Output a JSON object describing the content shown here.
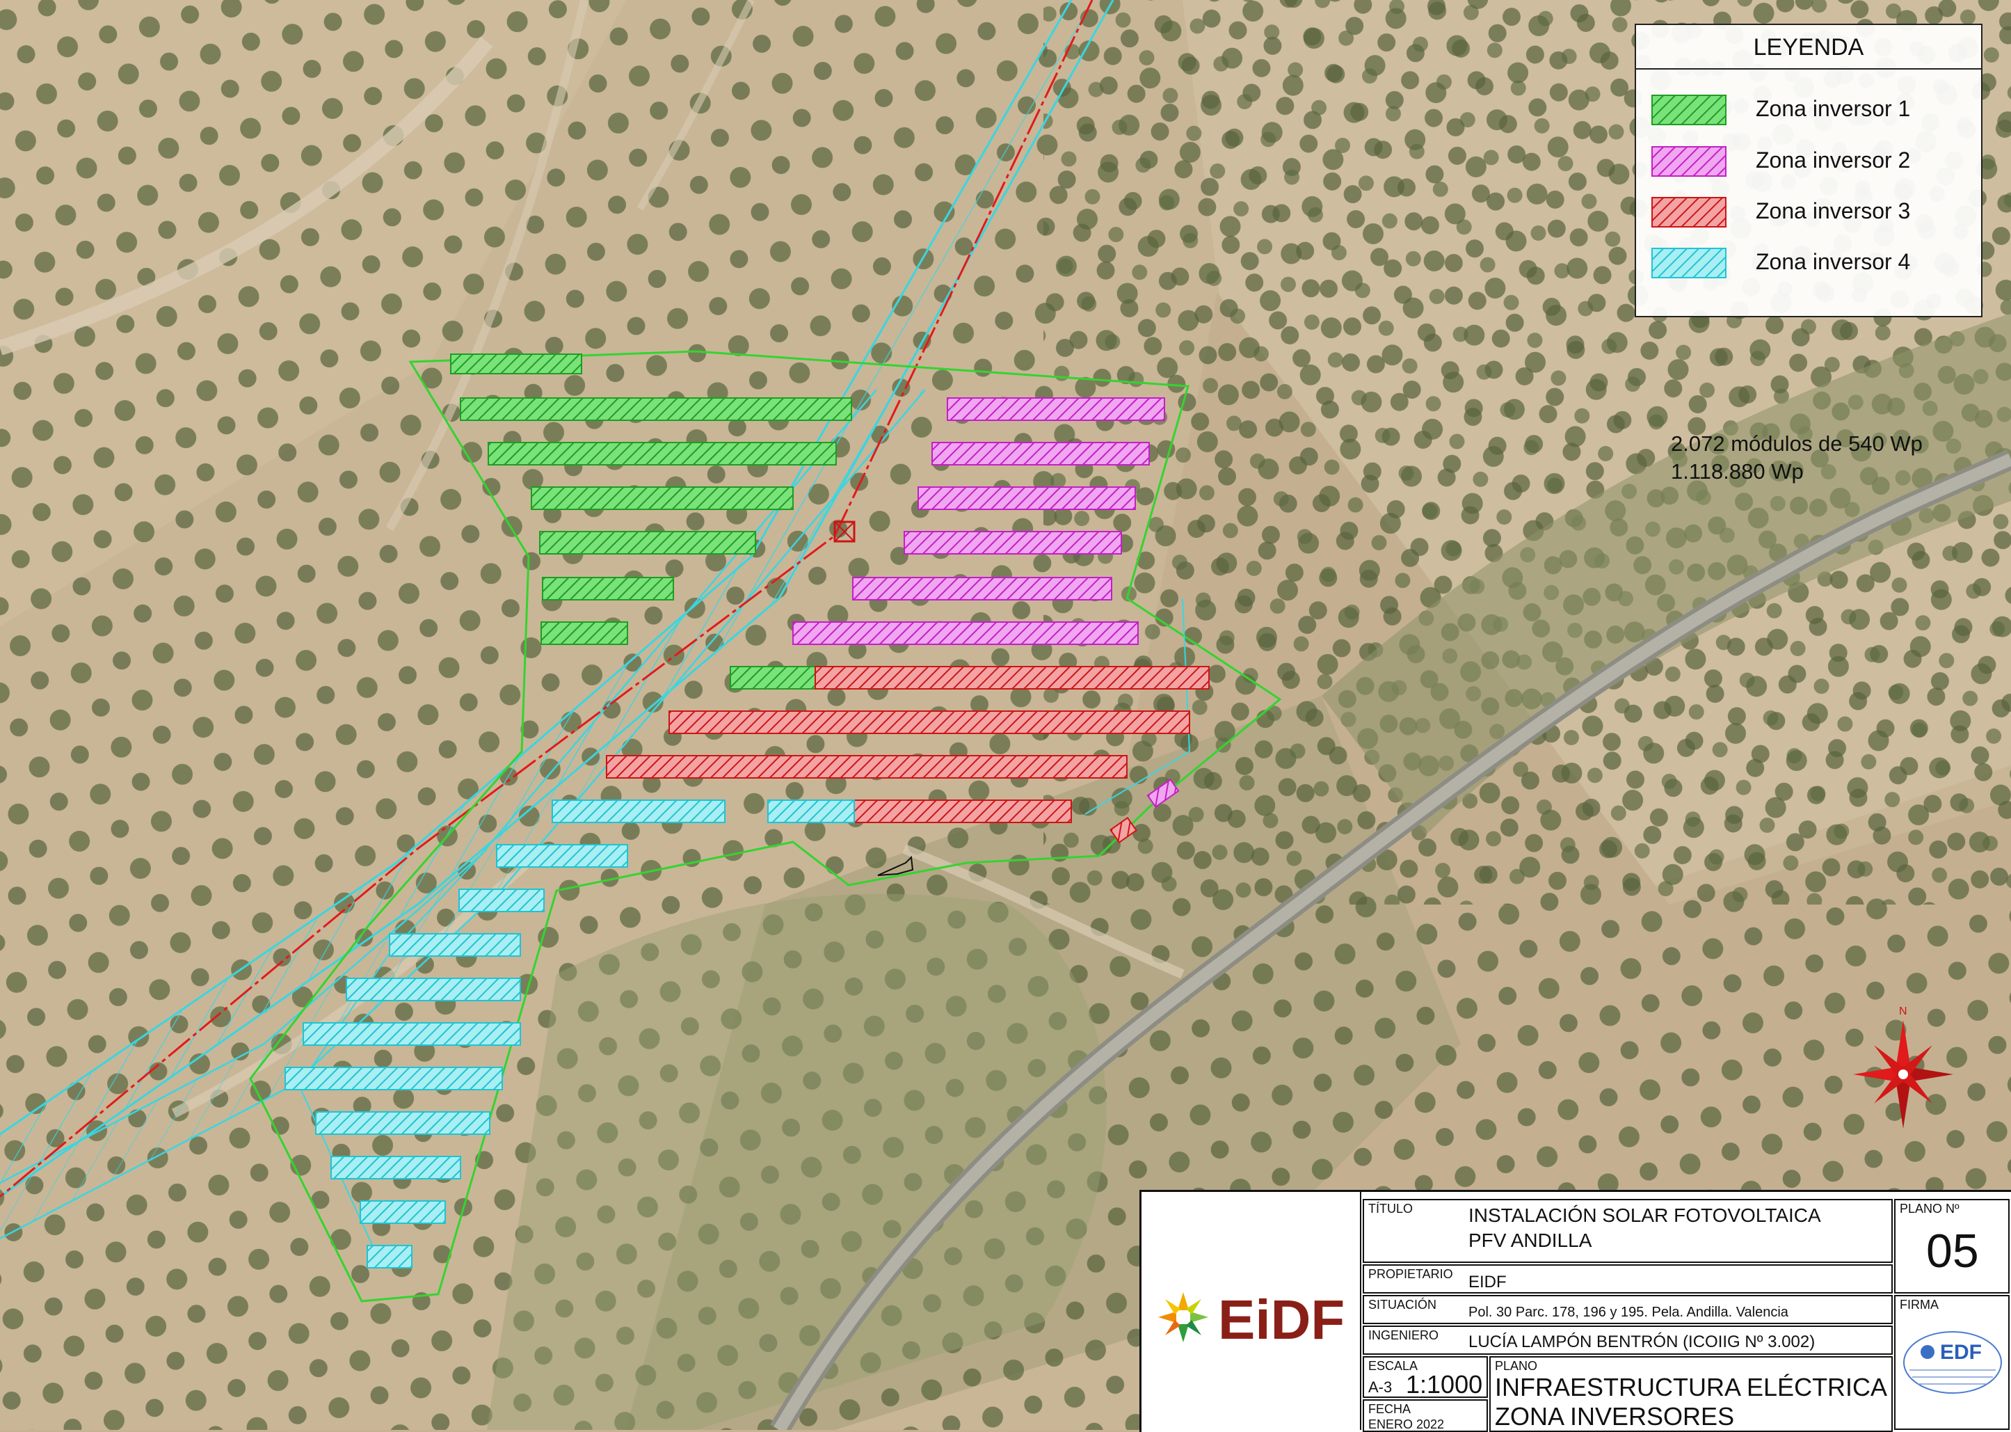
{
  "legend": {
    "title": "LEYENDA",
    "items": [
      {
        "label": "Zona inversor 1",
        "color": "#36d13a"
      },
      {
        "label": "Zona inversor 2",
        "color": "#dd3ee0"
      },
      {
        "label": "Zona inversor 3",
        "color": "#dd1f1f"
      },
      {
        "label": "Zona inversor 4",
        "color": "#39d6e0"
      }
    ]
  },
  "info": {
    "modules": "2.072 módulos de 540 Wp",
    "power": "1.118.880 Wp"
  },
  "title_block": {
    "logo_text": "EiDF",
    "titulo_label": "TÍTULO",
    "titulo_line1": "INSTALACIÓN SOLAR FOTOVOLTAICA",
    "titulo_line2": "PFV ANDILLA",
    "plano_no_label": "PLANO Nº",
    "plano_no": "05",
    "propietario_label": "PROPIETARIO",
    "propietario": "EIDF",
    "situacion_label": "SITUACIÓN",
    "situacion": "Pol. 30 Parc. 178, 196 y 195. Pela. Andilla. Valencia",
    "firma_label": "FIRMA",
    "ingeniero_label": "INGENIERO",
    "ingeniero": "LUCÍA LAMPÓN BENTRÓN (ICOIIG Nº 3.002)",
    "escala_label": "ESCALA",
    "escala_format": "A-3",
    "escala": "1:1000",
    "fecha_label": "FECHA",
    "fecha": "ENERO 2022",
    "plano_label": "PLANO",
    "plano_line1": "INFRAESTRUCTURA ELÉCTRICA",
    "plano_line2": "ZONA INVERSORES",
    "stamp_text": "EDF"
  },
  "colors": {
    "zone1": "#36d13a",
    "zone2": "#dd3ee0",
    "zone3": "#dd1f1f",
    "zone4": "#39d6e0",
    "boundary": "#34d430",
    "line": "#e11b1b"
  }
}
